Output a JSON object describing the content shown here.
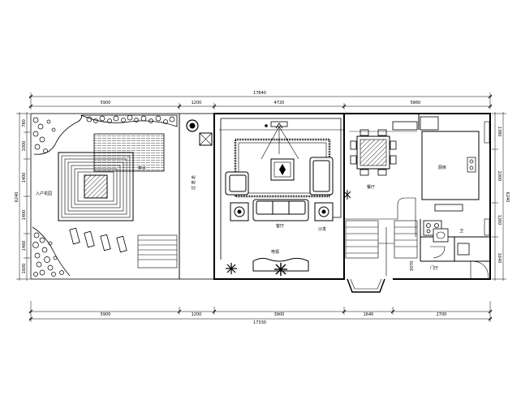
{
  "dimensions": {
    "top_total": "17840",
    "top_segments": [
      "5900",
      "1200",
      "4720",
      "5860"
    ],
    "bottom_total": "17330",
    "bottom_segments": [
      "5900",
      "1200",
      "3900",
      "1640",
      "2700"
    ],
    "left_total": "6240",
    "left_segments": [
      "780",
      "1000",
      "1400",
      "1400",
      "1460",
      "1600"
    ],
    "right_total": "6240",
    "right_segments": [
      "1380",
      "2000",
      "1260",
      "1640"
    ],
    "stair_dim": "3070"
  },
  "room_labels": {
    "garden": "入户花园",
    "pavilion": "亭子",
    "corridor": "过 道 走",
    "living": "客厅",
    "tv": "电视",
    "dining": "餐厅",
    "kitchen": "厨房",
    "bath": "卫",
    "hall": "门厅",
    "sofa": "沙发"
  },
  "colors": {
    "line": "#000000",
    "background": "#ffffff"
  }
}
